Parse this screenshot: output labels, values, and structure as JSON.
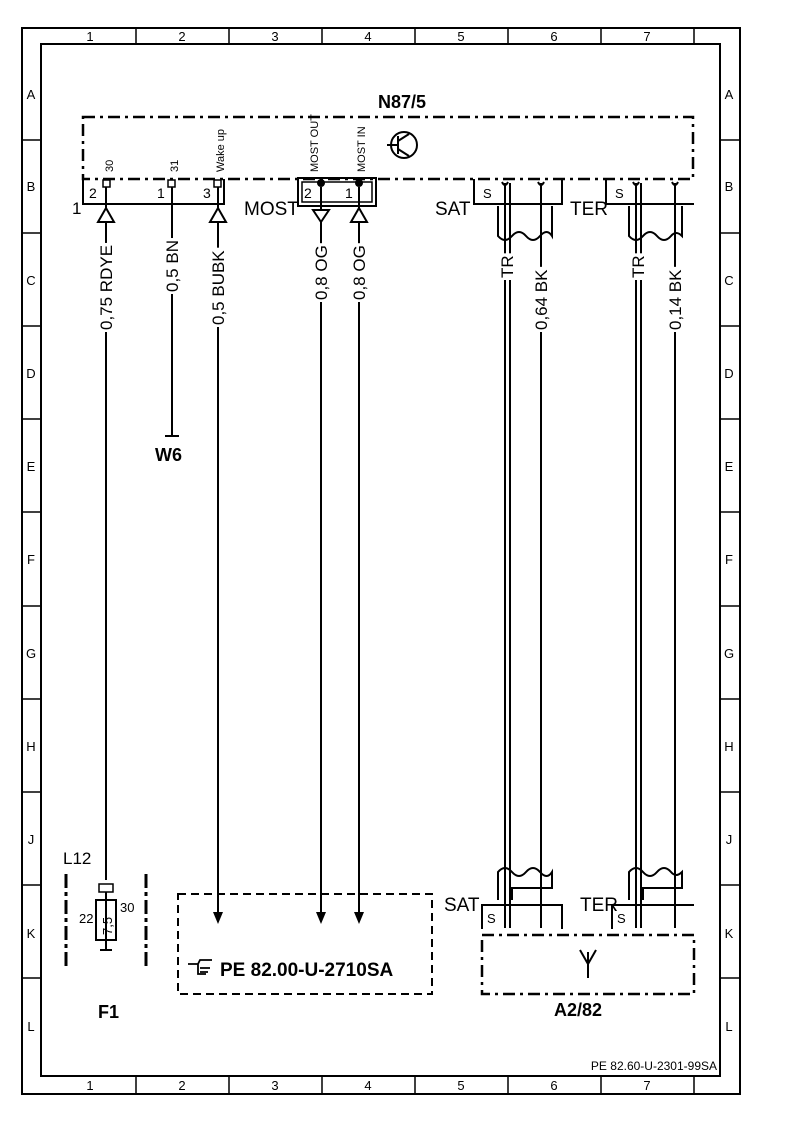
{
  "grid": {
    "columns": [
      "1",
      "2",
      "3",
      "4",
      "5",
      "6",
      "7"
    ],
    "rows": [
      "A",
      "B",
      "C",
      "D",
      "E",
      "F",
      "G",
      "H",
      "J",
      "K",
      "L"
    ]
  },
  "components": {
    "n87_5": {
      "label": "N87/5",
      "connector1_label": "1",
      "most_label": "MOST",
      "sat_label": "SAT",
      "ter_label": "TER",
      "pin_30": "30",
      "pin_31": "31",
      "pin_wakeup": "Wake up",
      "pin_most_out": "MOST OUT",
      "pin_most_in": "MOST IN",
      "pin_num_2": "2",
      "pin_num_1": "1",
      "pin_num_3": "3",
      "most_pin_2": "2",
      "most_pin_1": "1",
      "shield_s": "S"
    },
    "w6": {
      "label": "W6"
    },
    "f1": {
      "label": "F1",
      "l12": "L12",
      "fuse_22": "22",
      "fuse_value": "7,5",
      "fuse_30": "30"
    },
    "reference_box": {
      "icon": "pointing-hand-icon",
      "label": "PE 82.00-U-2710SA"
    },
    "a2_82": {
      "label": "A2/82",
      "sat_label": "SAT",
      "ter_label": "TER",
      "shield_s": "S"
    }
  },
  "wires": [
    {
      "id": "w1",
      "label": "0,75 RDYE"
    },
    {
      "id": "w2",
      "label": "0,5 BN"
    },
    {
      "id": "w3",
      "label": "0,5 BUBK"
    },
    {
      "id": "w4",
      "label": "0,8 OG"
    },
    {
      "id": "w5",
      "label": "0,8 OG"
    },
    {
      "id": "w6",
      "label": "TR"
    },
    {
      "id": "w7",
      "label": "0,64 BK"
    },
    {
      "id": "w8",
      "label": "TR"
    },
    {
      "id": "w9",
      "label": "0,14 BK"
    }
  ],
  "footer": {
    "doc_number": "PE 82.60-U-2301-99SA"
  }
}
